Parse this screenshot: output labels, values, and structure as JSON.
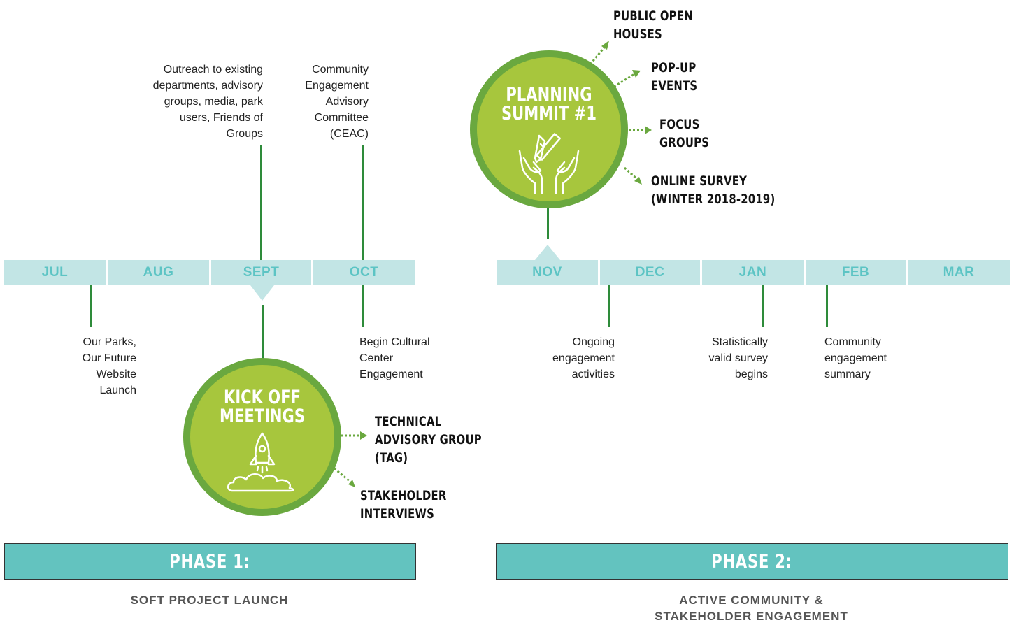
{
  "months_phase1": [
    "JUL",
    "AUG",
    "SEPT",
    "OCT"
  ],
  "months_phase2": [
    "NOV",
    "DEC",
    "JAN",
    "FEB",
    "MAR"
  ],
  "notes_above": {
    "outreach": [
      "Outreach to existing",
      "departments, advisory",
      "groups, media, park",
      "users, Friends of",
      "Groups"
    ],
    "ceac": [
      "Community",
      "Engagement",
      "Advisory",
      "Committee",
      "(CEAC)"
    ]
  },
  "notes_below": {
    "website": [
      "Our Parks,",
      "Our Future",
      "Website",
      "Launch"
    ],
    "cultural": [
      "Begin Cultural",
      "Center",
      "Engagement"
    ],
    "ongoing": [
      "Ongoing",
      "engagement",
      "activities"
    ],
    "statistical": [
      "Statistically",
      "valid survey",
      "begins"
    ],
    "summary": [
      "Community",
      "engagement",
      "summary"
    ]
  },
  "kickoff": {
    "title": [
      "KICK OFF",
      "MEETINGS"
    ],
    "outputs": [
      [
        "TECHNICAL",
        "ADVISORY GROUP",
        "(TAG)"
      ],
      [
        "STAKEHOLDER",
        "INTERVIEWS"
      ]
    ]
  },
  "summit": {
    "title": [
      "PLANNING",
      "SUMMIT #1"
    ],
    "outputs": [
      [
        "PUBLIC OPEN",
        "HOUSES"
      ],
      [
        "POP-UP",
        "EVENTS"
      ],
      [
        "FOCUS",
        "GROUPS"
      ],
      [
        "ONLINE SURVEY",
        "(WINTER 2018-2019)"
      ]
    ]
  },
  "phases": [
    {
      "label": "PHASE 1:",
      "subtitle": [
        "SOFT PROJECT LAUNCH"
      ]
    },
    {
      "label": "PHASE 2:",
      "subtitle": [
        "ACTIVE COMMUNITY &",
        "STAKEHOLDER ENGAGEMENT"
      ]
    }
  ],
  "colors": {
    "month_bg": "#c2e5e5",
    "month_text": "#5cc4c4",
    "line": "#2e8b3a",
    "circle_outer": "#6aa83f",
    "circle_inner": "#a7c63d",
    "phase_bar": "#63c3bf",
    "arrow": "#6aa83f"
  }
}
